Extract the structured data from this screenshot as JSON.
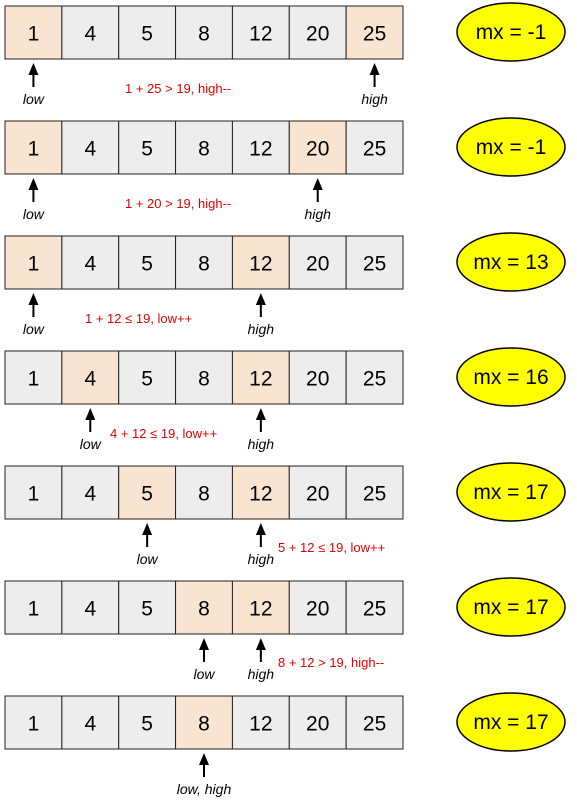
{
  "array": [
    "1",
    "4",
    "5",
    "8",
    "12",
    "20",
    "25"
  ],
  "colors": {
    "cell_default": "#ededed",
    "cell_highlight": "#f9e4d2",
    "cell_border": "#222222",
    "note": "#e00000",
    "mx_fill": "#ffff00",
    "mx_stroke": "#000000"
  },
  "steps": [
    {
      "highlight": [
        0,
        6
      ],
      "pointers": [
        {
          "index": 0,
          "label": "low"
        },
        {
          "index": 6,
          "label": "high"
        }
      ],
      "note": "1 + 25 > 19, high--",
      "mx": "mx = -1"
    },
    {
      "highlight": [
        0,
        5
      ],
      "pointers": [
        {
          "index": 0,
          "label": "low"
        },
        {
          "index": 5,
          "label": "high"
        }
      ],
      "note": "1 + 20 > 19, high--",
      "mx": "mx = -1"
    },
    {
      "highlight": [
        0,
        4
      ],
      "pointers": [
        {
          "index": 0,
          "label": "low"
        },
        {
          "index": 4,
          "label": "high"
        }
      ],
      "note": "1 + 12 ≤ 19, low++",
      "mx": "mx = 13"
    },
    {
      "highlight": [
        1,
        4
      ],
      "pointers": [
        {
          "index": 1,
          "label": "low"
        },
        {
          "index": 4,
          "label": "high"
        }
      ],
      "note": "4 + 12 ≤ 19, low++",
      "mx": "mx = 16"
    },
    {
      "highlight": [
        2,
        4
      ],
      "pointers": [
        {
          "index": 2,
          "label": "low"
        },
        {
          "index": 4,
          "label": "high"
        }
      ],
      "note": "5 + 12 ≤ 19, low++",
      "mx": "mx = 17"
    },
    {
      "highlight": [
        3,
        4
      ],
      "pointers": [
        {
          "index": 3,
          "label": "low"
        },
        {
          "index": 4,
          "label": "high"
        }
      ],
      "note": "8 + 12 > 19, high--",
      "mx": "mx = 17"
    },
    {
      "highlight": [
        3
      ],
      "pointers": [
        {
          "index": 3,
          "label": "low, high"
        }
      ],
      "note": "",
      "mx": "mx = 17"
    }
  ]
}
